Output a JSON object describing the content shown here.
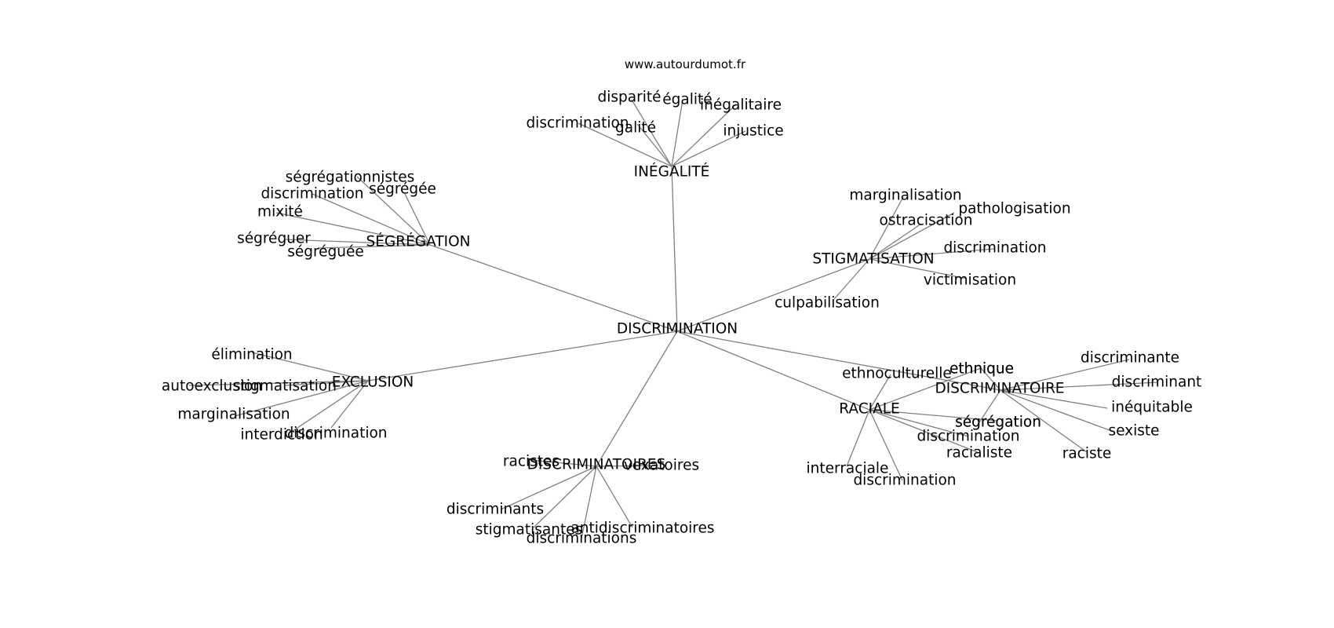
{
  "watermark": "www.autourdumot.fr",
  "center": "DISCRIMINATION",
  "hubs": [
    {
      "id": "inegalite",
      "label": "INÉGALITÉ",
      "words": [
        "disparité",
        "égalité",
        "inégalitaire",
        "discrimination",
        "galité",
        "injustice"
      ]
    },
    {
      "id": "segregation",
      "label": "SÉGRÉGATION",
      "words": [
        "ségrégationnistes",
        "ségrégée",
        "discrimination",
        "mixité",
        "ségréguer",
        "ségréguée"
      ]
    },
    {
      "id": "stigmatisation",
      "label": "STIGMATISATION",
      "words": [
        "marginalisation",
        "pathologisation",
        "ostracisation",
        "discrimination",
        "victimisation",
        "culpabilisation"
      ]
    },
    {
      "id": "exclusion",
      "label": "EXCLUSION",
      "words": [
        "élimination",
        "autoexclusion",
        "stigmatisation",
        "marginalisation",
        "interdiction",
        "discrimination"
      ]
    },
    {
      "id": "discriminatoires",
      "label": "DISCRIMINATOIRES",
      "words": [
        "racistes",
        "vexatoires",
        "discriminants",
        "stigmatisantes",
        "antidiscriminatoires",
        "discriminations"
      ]
    },
    {
      "id": "raciale",
      "label": "RACIALE",
      "words": [
        "ethnoculturelle",
        "ethnique",
        "ségrégation",
        "discrimination",
        "racialiste",
        "interraciale",
        "discrimination"
      ]
    },
    {
      "id": "discriminatoire",
      "label": "DISCRIMINATOIRE",
      "words": [
        "discriminante",
        "discriminant",
        "inéquitable",
        "sexiste",
        "raciste",
        "ségrégation",
        "ethnique"
      ]
    }
  ]
}
